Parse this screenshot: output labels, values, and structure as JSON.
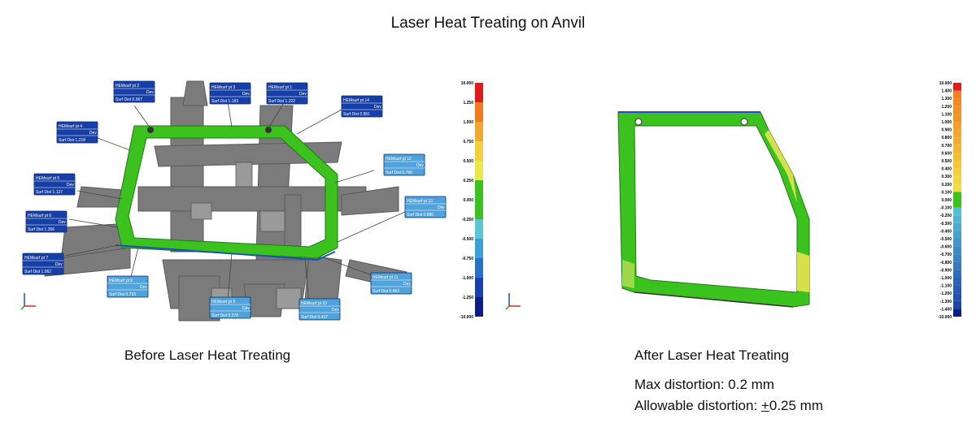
{
  "title": "Laser Heat Treating on Anvil",
  "before": {
    "caption": "Before Laser Heat Treating",
    "callouts": [
      {
        "id": "c2",
        "label": "HEMsurf pt 2",
        "value": "0.667"
      },
      {
        "id": "c3",
        "label": "HEMsurf pt 3",
        "value": "1.193"
      },
      {
        "id": "c1",
        "label": "HEMsurf pt 1",
        "value": "1.222"
      },
      {
        "id": "c14",
        "label": "HEMsurf pt 14",
        "value": "0.851"
      },
      {
        "id": "c4",
        "label": "HEMsurf pt 4",
        "value": "1.218"
      },
      {
        "id": "c12",
        "label": "HEMsurf pt 12",
        "value": "0.760"
      },
      {
        "id": "c5",
        "label": "HEMsurf pt 5",
        "value": "1.127"
      },
      {
        "id": "c13",
        "label": "HEMsurf pt 13",
        "value": "0.886"
      },
      {
        "id": "c6",
        "label": "HEMsurf pt 6",
        "value": "1.356"
      },
      {
        "id": "c7",
        "label": "HEMsurf pt 7",
        "value": "1.062"
      },
      {
        "id": "c11",
        "label": "HEMsurf pt 11",
        "value": "0.663"
      },
      {
        "id": "c8",
        "label": "HEMsurf pt 8",
        "value": "0.715"
      },
      {
        "id": "c9",
        "label": "HEMsurf pt 9",
        "value": "0.578"
      },
      {
        "id": "c10",
        "label": "HEMsurf pt 10",
        "value": "0.417"
      }
    ],
    "dev_label": "Dev",
    "surf_label": "Surf Dist",
    "scale_ticks": [
      "10.000",
      "1.250",
      "1.000",
      "0.750",
      "0.500",
      "0.250",
      "0.000",
      "-0.250",
      "-0.500",
      "-0.750",
      "-1.000",
      "-1.250",
      "-10.000"
    ]
  },
  "after": {
    "caption": "After Laser Heat Treating",
    "max_distortion": "Max distortion: 0.2 mm",
    "allowable_prefix": "Allowable distortion: ",
    "allowable_sign": "+",
    "allowable_value": "0.25 mm",
    "scale_ticks": [
      "10.000",
      "1.400",
      "1.300",
      "1.200",
      "1.100",
      "1.000",
      "0.900",
      "0.800",
      "0.700",
      "0.600",
      "0.500",
      "0.400",
      "0.300",
      "0.200",
      "0.100",
      "0.000",
      "-0.100",
      "-0.200",
      "-0.300",
      "-0.400",
      "-0.500",
      "-0.600",
      "-0.700",
      "-0.800",
      "-0.900",
      "-1.000",
      "-1.100",
      "-1.200",
      "-1.300",
      "-1.400",
      "-10.000"
    ]
  },
  "colors": {
    "green": "#3cc21e",
    "dark_green": "#1f7a12",
    "callout_dark": "#1640a8",
    "callout_light": "#4fa3dc",
    "metal": "#7d7d7d"
  }
}
